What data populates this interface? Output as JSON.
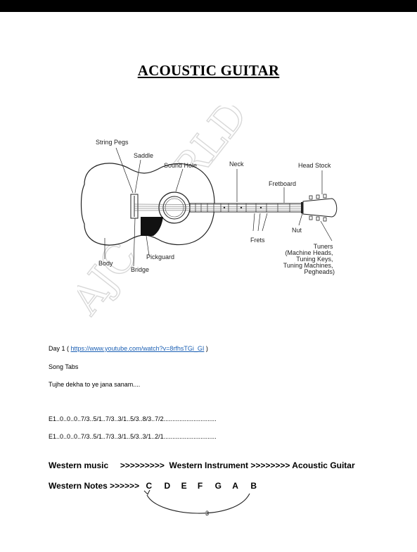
{
  "title": "ACOUSTIC GUITAR",
  "watermark": "AJC WORLD",
  "diagram_labels": {
    "string_pegs": "String Pegs",
    "saddle": "Saddle",
    "sound_hole": "Sound Hole",
    "neck": "Neck",
    "head_stock": "Head Stock",
    "fretboard": "Fretboard",
    "nut": "Nut",
    "frets": "Frets",
    "pickguard": "Pickguard",
    "body": "Body",
    "bridge": "Bridge",
    "tuners": [
      "Tuners",
      "(Machine Heads,",
      "Tuning Keys,",
      "Tuning Machines,",
      "Pegheads)"
    ]
  },
  "day_line": {
    "prefix": "Day 1  (",
    "url": "https://www.youtube.com/watch?v=8rfhsTGi_GI",
    "suffix": ")"
  },
  "song_tabs_label": "Song Tabs",
  "song_title": "Tujhe dekha to ye jana sanam....",
  "tab_lines": [
    "E1..0..0..0..7/3..5/1..7/3..3/1..5/3..8/3..7/2..............................",
    "E1..0..0..0..7/3..5/1..7/3..3/1..5/3..3/1..2/1.............................."
  ],
  "western_line": "Western music     >>>>>>>>>  Western Instrument >>>>>>>> Acoustic Guitar",
  "notes_label": "Western Notes >>>>>>",
  "notes": [
    "C",
    "D",
    "E",
    "F",
    "G",
    "A",
    "B"
  ],
  "page_number": "3"
}
